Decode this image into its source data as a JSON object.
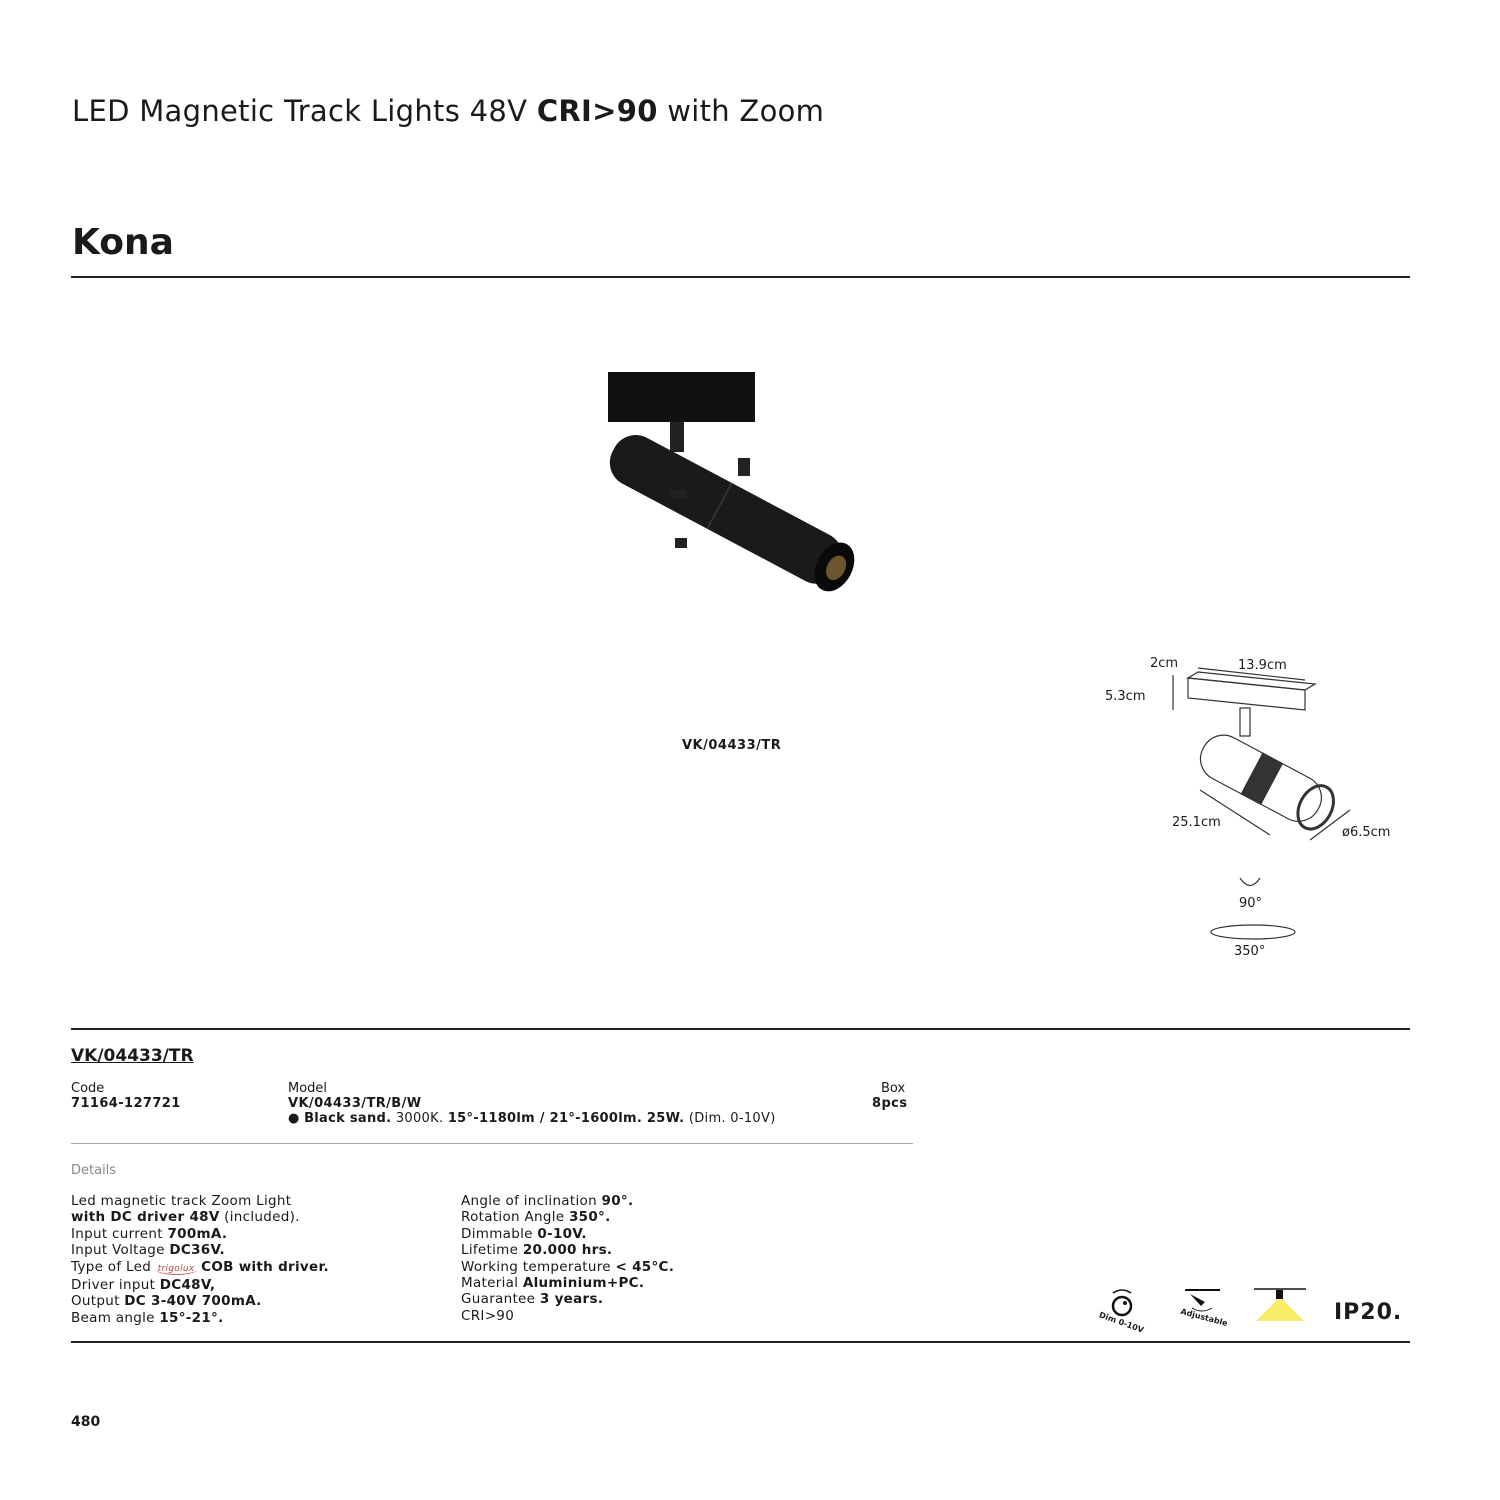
{
  "header": {
    "subtitle_pre": "LED Magnetic Track Lights 48V ",
    "subtitle_bold": "CRI>90",
    "subtitle_post": " with Zoom",
    "title": "Kona"
  },
  "product": {
    "caption": "VK/04433/TR"
  },
  "diagram": {
    "depth": "2cm",
    "length": "13.9cm",
    "height": "5.3cm",
    "body_length": "25.1cm",
    "diameter": "ø6.5cm",
    "tilt": "90°",
    "rotation": "350°"
  },
  "spec": {
    "heading": "VK/04433/TR",
    "code_label": "Code",
    "code": "71164-127721",
    "model_label": "Model",
    "model": "VK/04433/TR/B/W",
    "finish_bold": "Black sand.",
    "finish_rest": " 3000K. ",
    "lumen_bold": "15°-1180lm / 21°-1600lm. 25W.",
    "dim_note": " (Dim. 0-10V)",
    "box_label": "Box",
    "box": "8pcs"
  },
  "details": {
    "label": "Details",
    "left": [
      {
        "pre": "Led magnetic track Zoom Light",
        "bold": "",
        "post": ""
      },
      {
        "pre": "",
        "bold": "with DC driver 48V",
        "post": " (included)."
      },
      {
        "pre": "Input current ",
        "bold": "700mA.",
        "post": ""
      },
      {
        "pre": "Input Voltage ",
        "bold": "DC36V.",
        "post": ""
      },
      {
        "pre": "Type of Led ",
        "logo": "trigolux",
        "bold": "COB with driver.",
        "post": ""
      },
      {
        "pre": "Driver input ",
        "bold": "DC48V,",
        "post": ""
      },
      {
        "pre": "Output ",
        "bold": "DC 3-40V 700mA.",
        "post": ""
      },
      {
        "pre": "Beam angle ",
        "bold": "15°-21°.",
        "post": ""
      }
    ],
    "right": [
      {
        "pre": "Angle of inclination ",
        "bold": "90°.",
        "post": ""
      },
      {
        "pre": "Rotation Angle ",
        "bold": "350°.",
        "post": ""
      },
      {
        "pre": "Dimmable ",
        "bold": "0-10V.",
        "post": ""
      },
      {
        "pre": "Lifetime ",
        "bold": "20.000 hrs.",
        "post": ""
      },
      {
        "pre": "Working temperature ",
        "bold": "< 45°C.",
        "post": ""
      },
      {
        "pre": "Material ",
        "bold": "Aluminium+PC.",
        "post": ""
      },
      {
        "pre": "Guarantee ",
        "bold": "3 years.",
        "post": ""
      },
      {
        "pre": "CRI>90",
        "bold": "",
        "post": ""
      }
    ]
  },
  "icons": {
    "dim_label": "Dim 0-10V",
    "adjustable_label": "Adjustable",
    "ip": "IP20.",
    "light_color": "#f5e642"
  },
  "footer": {
    "page": "480"
  }
}
